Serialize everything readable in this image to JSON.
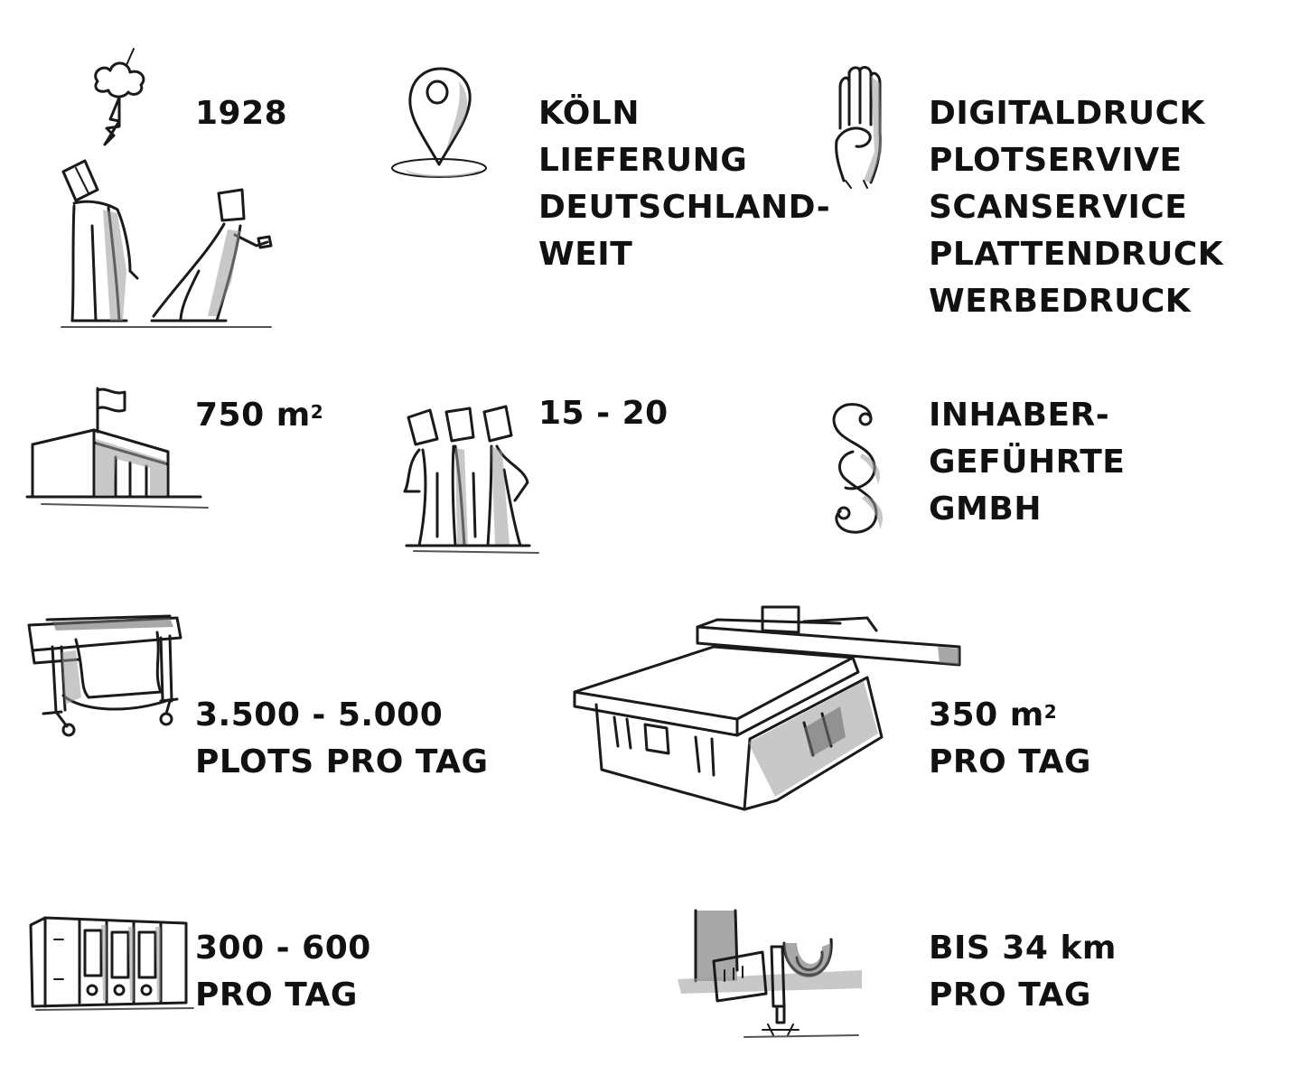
{
  "facts": [
    {
      "id": "year",
      "lines": [
        "1928"
      ],
      "icon": "people-fighting-icon"
    },
    {
      "id": "location",
      "lines": [
        "KÖLN",
        "LIEFERUNG",
        "DEUTSCHLAND-",
        "WEIT"
      ],
      "icon": "location-pin-icon"
    },
    {
      "id": "services",
      "lines": [
        "DIGITALDRUCK",
        "PLOTSERVIVE",
        "SCANSERVICE",
        "PLATTENDRUCK",
        "WERBEDRUCK"
      ],
      "icon": "hand-five-fingers-icon"
    },
    {
      "id": "area",
      "value": "750",
      "unit": "m",
      "unit_sup": "2",
      "icon": "warehouse-icon"
    },
    {
      "id": "employees",
      "lines": [
        "15 - 20"
      ],
      "icon": "team-icon"
    },
    {
      "id": "legal",
      "lines": [
        "INHABER-",
        "GEFÜHRTE",
        "GMBH"
      ],
      "icon": "paragraph-icon"
    },
    {
      "id": "plots",
      "lines": [
        "3.500 - 5.000",
        "PLOTS PRO TAG"
      ],
      "icon": "large-format-printer-icon"
    },
    {
      "id": "flatbed",
      "value": "350",
      "unit": "m",
      "unit_sup": "2",
      "line2": "PRO TAG",
      "icon": "flatbed-printer-icon"
    },
    {
      "id": "binders",
      "lines": [
        "300 - 600",
        "PRO TAG"
      ],
      "icon": "binders-icon"
    },
    {
      "id": "cutting",
      "value": "BIS 34",
      "unit": "km",
      "line2": "PRO TAG",
      "icon": "cutting-plotter-icon"
    }
  ],
  "colors": {
    "ink": "#111111",
    "shade": "#9a9a9a",
    "background": "#ffffff"
  }
}
